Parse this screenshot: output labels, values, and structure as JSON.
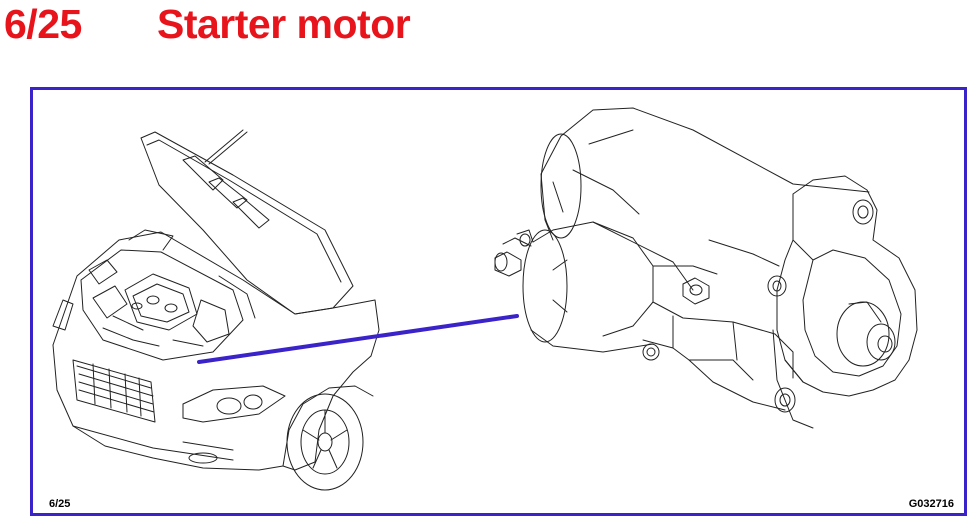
{
  "header": {
    "number": "6/25",
    "title": "Starter motor",
    "color": "#e8141b"
  },
  "figure": {
    "frame_color": "#3a23c8",
    "pointer_color": "#3a23c8",
    "page_label": "6/25",
    "figure_code": "G032716",
    "left_illustration": "car-engine-bay-icon",
    "right_illustration": "starter-motor-icon"
  }
}
